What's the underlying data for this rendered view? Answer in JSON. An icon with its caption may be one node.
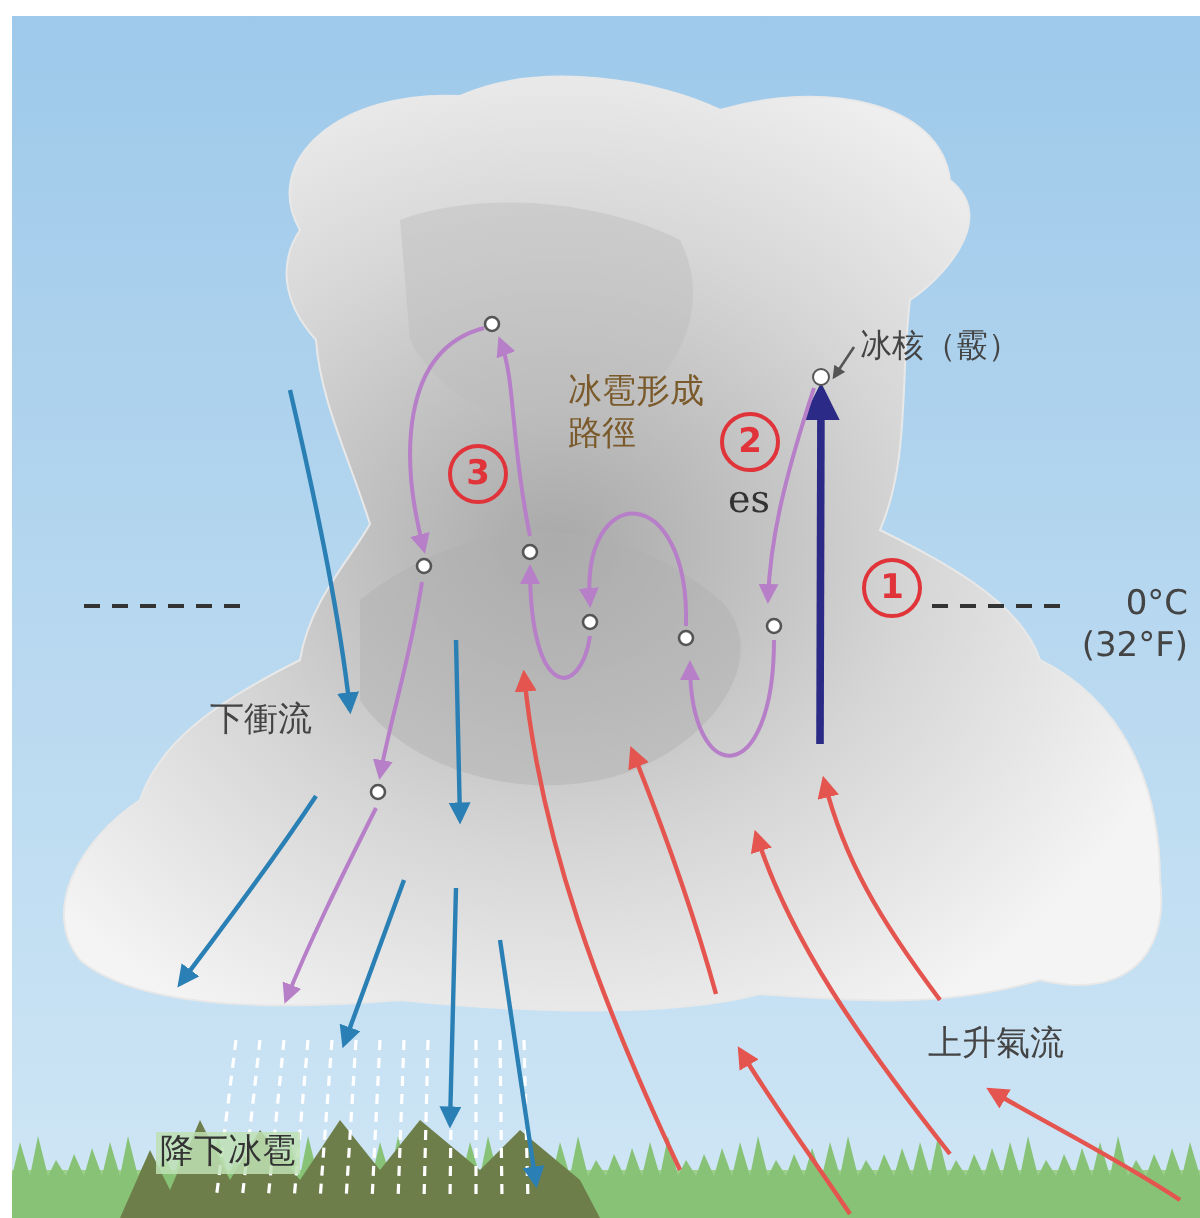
{
  "diagram": {
    "nodes": [
      {
        "text": [
          "冰核（霰）"
        ]
      },
      {
        "text": [],
        "shape": "circle"
      }
    ],
    "edges": [
      {
        "from": 0,
        "to": 1,
        "arrow": "to",
        "color": "#555555"
      },
      {
        "from": null,
        "to": 1,
        "arrow": "to",
        "style": "thick",
        "color": "#2b2a86"
      },
      {
        "from": 1,
        "to": null,
        "arrow": "to",
        "color": "#b67fc8"
      }
    ],
    "labels": [
      "冰雹形成路徑",
      "3",
      "2",
      "es",
      "1",
      "0°C (32°F)",
      "下衝流",
      "上升氣流",
      "降下冰雹"
    ]
  }
}
